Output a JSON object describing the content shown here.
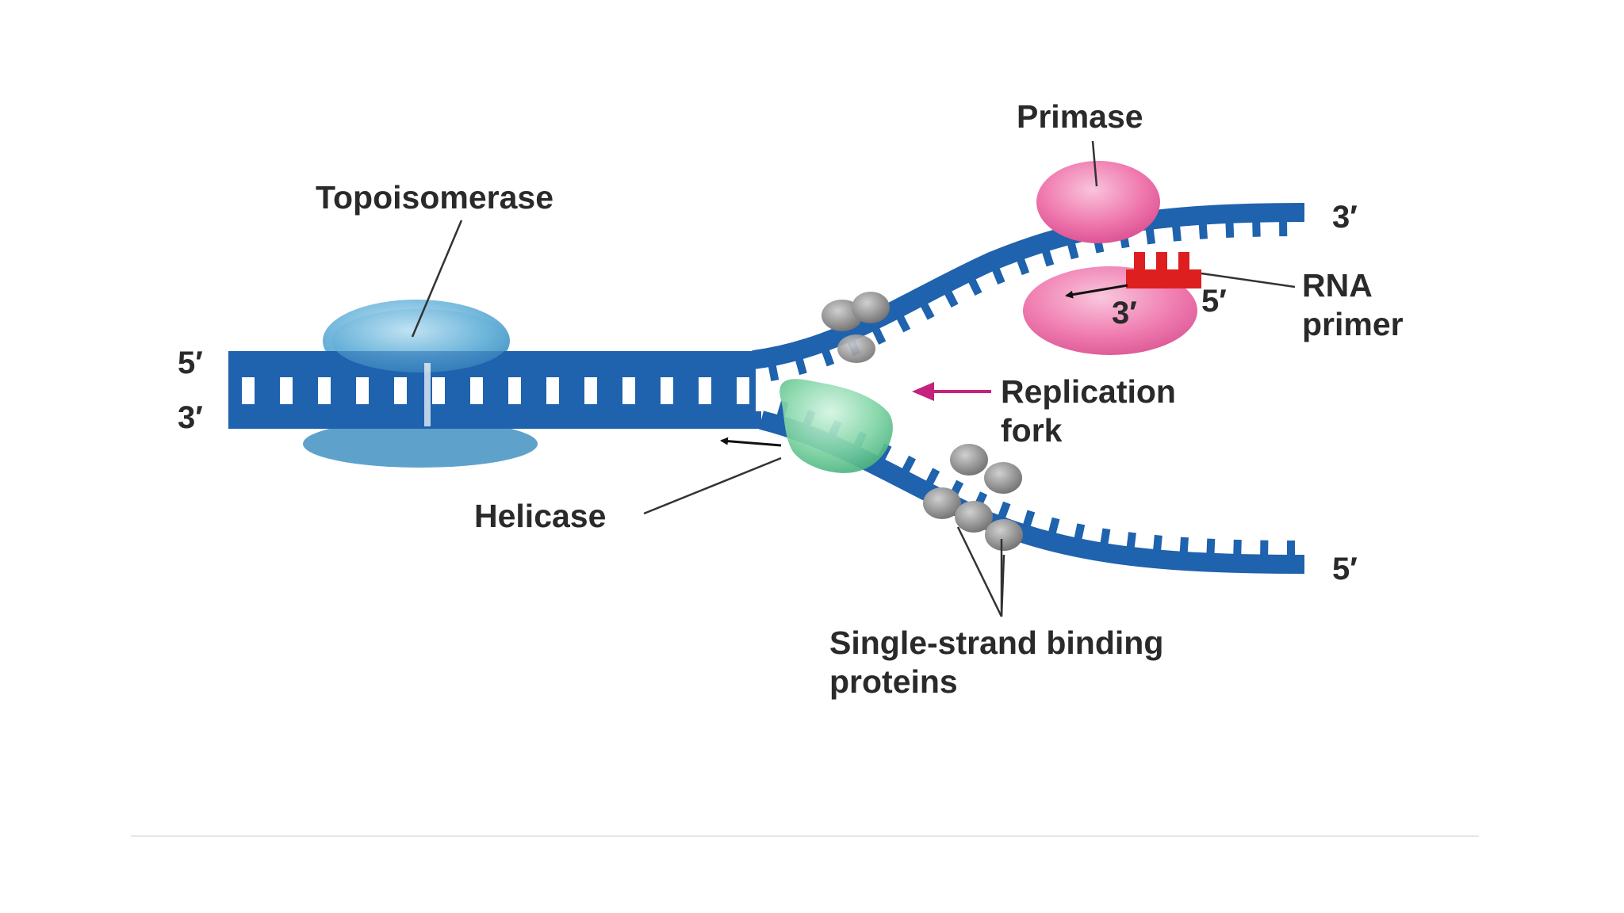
{
  "labels": {
    "topoisomerase": "Topoisomerase",
    "primase": "Primase",
    "helicase": "Helicase",
    "replication_fork": [
      "Replication",
      "fork"
    ],
    "rna_primer": [
      "RNA",
      "primer"
    ],
    "ssb": [
      "Single-strand binding",
      "proteins"
    ]
  },
  "ends": {
    "left_top": "5′",
    "left_bottom": "3′",
    "upper_right": "3′",
    "lower_right": "5′",
    "primer_3": "3′",
    "primer_5": "5′"
  },
  "colors": {
    "dna": "#1f62ad",
    "dna_light": "#3c82cc",
    "topoisomerase": "#5aaad4",
    "primase": "#ec6fa5",
    "helicase": "#73cf9b",
    "ssb": "#888888",
    "rna_primer": "#dd1f1f",
    "fork_arrow": "#c4227d"
  }
}
